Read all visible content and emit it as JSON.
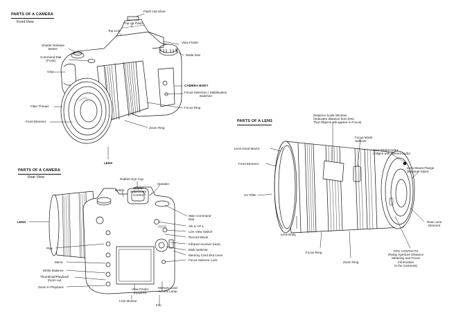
{
  "front": {
    "heading": "PARTS OF A CAMERA",
    "subheading": "Front View",
    "labels": {
      "flash_hot_shoe": "Flash Hot Shoe",
      "pop_up_flash": "Pop Up Flash",
      "top_lcd": "Top LCD",
      "view_finder": "View Finder",
      "shutter_release": "Shutter Release\nButton",
      "mode_dial": "Mode Dial",
      "command_dial": "Command Dial\n(Front)",
      "grip": "Grip",
      "camera_body": "CAMERA BODY",
      "focus_selection": "Focus Selection / Stabilisation\nSwitches",
      "filter_thread": "Filter Thread",
      "focus_ring": "Focus Ring",
      "front_element": "Front Element",
      "zoom_ring": "Zoom Ring",
      "lens": "LENS"
    }
  },
  "rear": {
    "heading": "PARTS OF A CAMERA",
    "subheading": "Rear View",
    "labels": {
      "rubber_eye_cup": "Rubber Eye Cup",
      "speaker": "Speaker",
      "delete": "Delete",
      "diopter": "Diopter\nAdjustment\nControl",
      "lens": "LENS",
      "main_command_dial": "Main Command\nDial",
      "ae_l_af_l": "AE-L/ AF-L",
      "live_view_switch": "Live View Switch",
      "record_movie": "Record Movie",
      "play": "Play",
      "infrared_receiver": "Infrared receiver (rear)",
      "multi_selector": "Multi Selector",
      "memory_card_slot": "Memory Card Slot cover",
      "focus_selector_lock": "Focus Selector Lock",
      "menu": "Menu",
      "white_balance": "White Balance",
      "thumbnail": "Thumbnail/Playback\nZoom out",
      "zoom_in": "Zoom In Playback",
      "view_finder_eyepiece": "View Finder\nEyepiece",
      "memory_card_access": "Memory Card\nAccess Lamp",
      "lcd_monitor": "LCD Monitor",
      "info": "Info"
    }
  },
  "lens": {
    "heading": "PARTS OF A LENS",
    "labels": {
      "distance_scale": "Distance Scale Window\n(Indicates distance from lens,\nThat Objects will appear in Focus)",
      "focus_mode_selector": "Focus Mode\nSelector",
      "lens_hood_mount": "Lens Hood Mount",
      "lens_mount_index": "Lens Mount Index\n(Alligns with camera body)",
      "front_element": "Front Element",
      "lens_mount_flange": "Lens Mount Flange\n(Bayonet Style)",
      "uv_filter": "UV Filter",
      "rear_lens_element": "Rear Lens\nElement",
      "lens_body": "Lens Body",
      "focus_ring": "Focus Ring",
      "zoom_ring": "Zoom Ring",
      "cpu_contacts": "CPU CONTACTS\n(Relay Aperture Distance\nMetering and Focus\nInformation\nto the Cameras)"
    }
  }
}
